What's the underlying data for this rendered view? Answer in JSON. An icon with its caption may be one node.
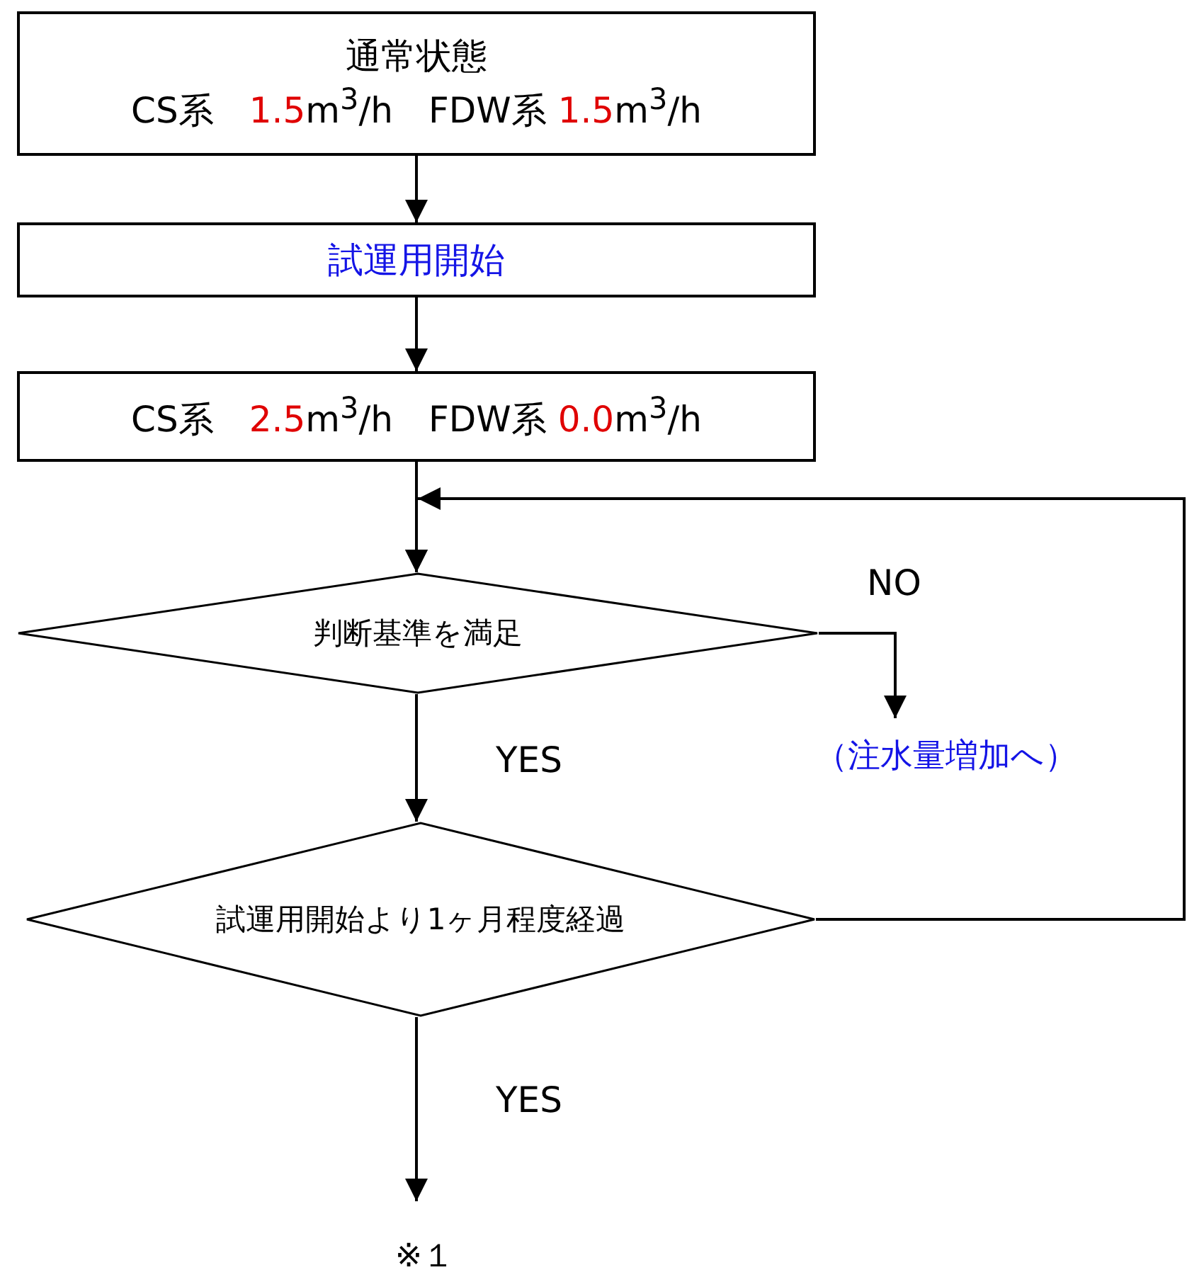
{
  "diagram": {
    "nodes": [
      {
        "text": [
          "通常状態",
          "CS系　1.5m$^{3}$/h　FDW系 1.5m$^{3}$/h"
        ]
      },
      {
        "text": [
          "試運用開始"
        ]
      },
      {
        "text": [
          "CS系　2.5m$^{3}$/h　FDW系 0.0m$^{3}$/h"
        ]
      },
      {
        "text": [
          "判断基準を満足"
        ]
      },
      {
        "text": [
          "（注水量増加へ）"
        ]
      },
      {
        "text": [
          "試運用開始より1ヶ月程度経過"
        ]
      },
      {
        "text": [
          "※１"
        ]
      }
    ],
    "edges": [
      {
        "from": 0,
        "to": 1,
        "arrow": "to"
      },
      {
        "from": 1,
        "to": 2,
        "arrow": "to"
      },
      {
        "from": 2,
        "to": 3,
        "arrow": "to"
      },
      {
        "from": 3,
        "to": 4,
        "arrow": "to",
        "label": "NO"
      },
      {
        "from": 3,
        "to": 5,
        "arrow": "to",
        "label": "YES"
      },
      {
        "from": 5,
        "to": 3,
        "arrow": "to"
      },
      {
        "from": 5,
        "to": 6,
        "arrow": "to",
        "label": "YES"
      }
    ]
  }
}
